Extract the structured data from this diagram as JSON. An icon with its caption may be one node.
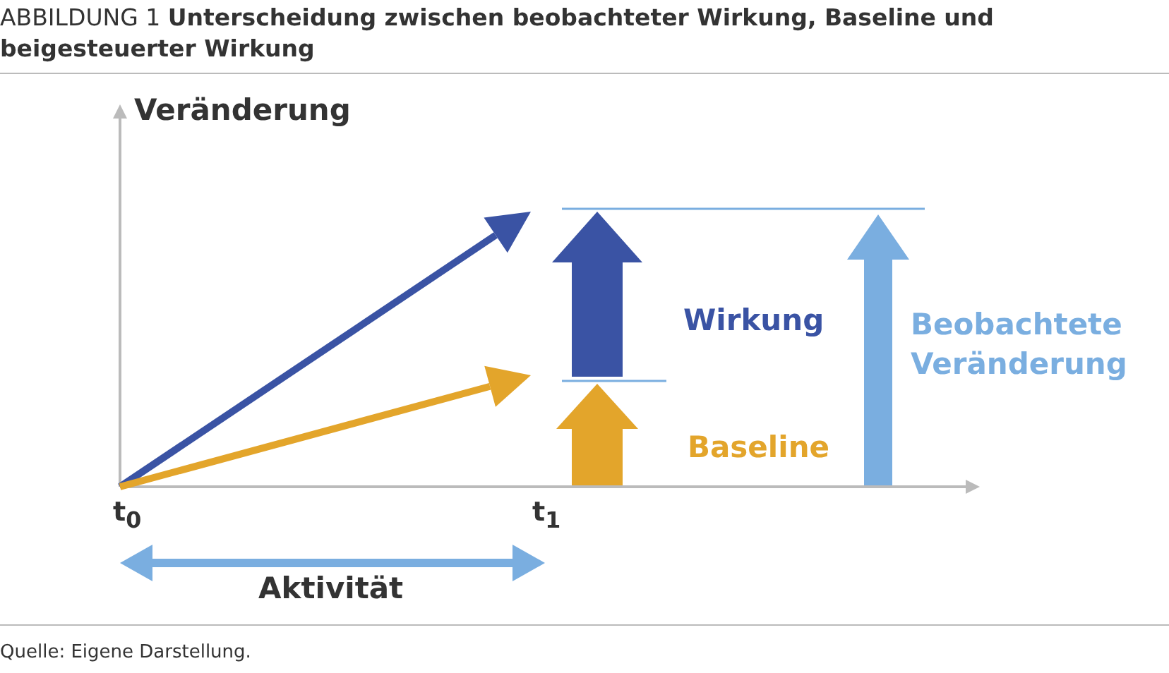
{
  "diagram": {
    "title": "ABBILDUNG 1 **Unterscheidung zwischen beobachteter Wirkung, Baseline und beigesteuerter Wirkung**",
    "caption": "Quelle: Eigene Darstellung.",
    "labels": [
      "Veränderung",
      "t$_{0}$",
      "t$_{1}$",
      "Wirkung",
      "Baseline",
      "Beobachtete Veränderung",
      "Aktivität"
    ]
  }
}
